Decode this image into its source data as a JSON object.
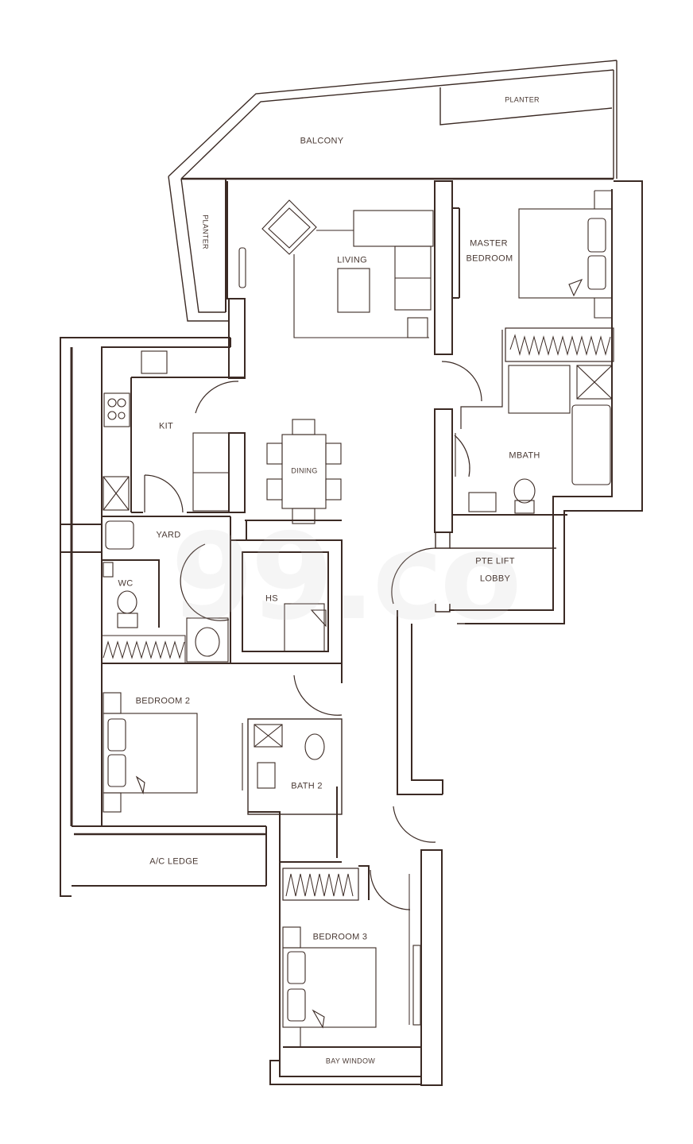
{
  "diagram": {
    "type": "floor_plan",
    "line_color": "#3b2a24",
    "background": "#ffffff"
  },
  "rooms": {
    "balcony": "BALCONY",
    "planter_top": "PLANTER",
    "planter_left": "PLANTER",
    "living": "LIVING",
    "master_bedroom_line1": "MASTER",
    "master_bedroom_line2": "BEDROOM",
    "kit": "KIT",
    "dining": "DINING",
    "mbath": "MBATH",
    "yard": "YARD",
    "wc": "WC",
    "hs": "HS",
    "pte_lift_lobby_line1": "PTE LIFT",
    "pte_lift_lobby_line2": "LOBBY",
    "bedroom_2": "BEDROOM 2",
    "bath_2": "BATH 2",
    "ac_ledge": "A/C LEDGE",
    "bedroom_3": "BEDROOM 3",
    "bay_window": "BAY WINDOW"
  },
  "watermark": "99.co"
}
